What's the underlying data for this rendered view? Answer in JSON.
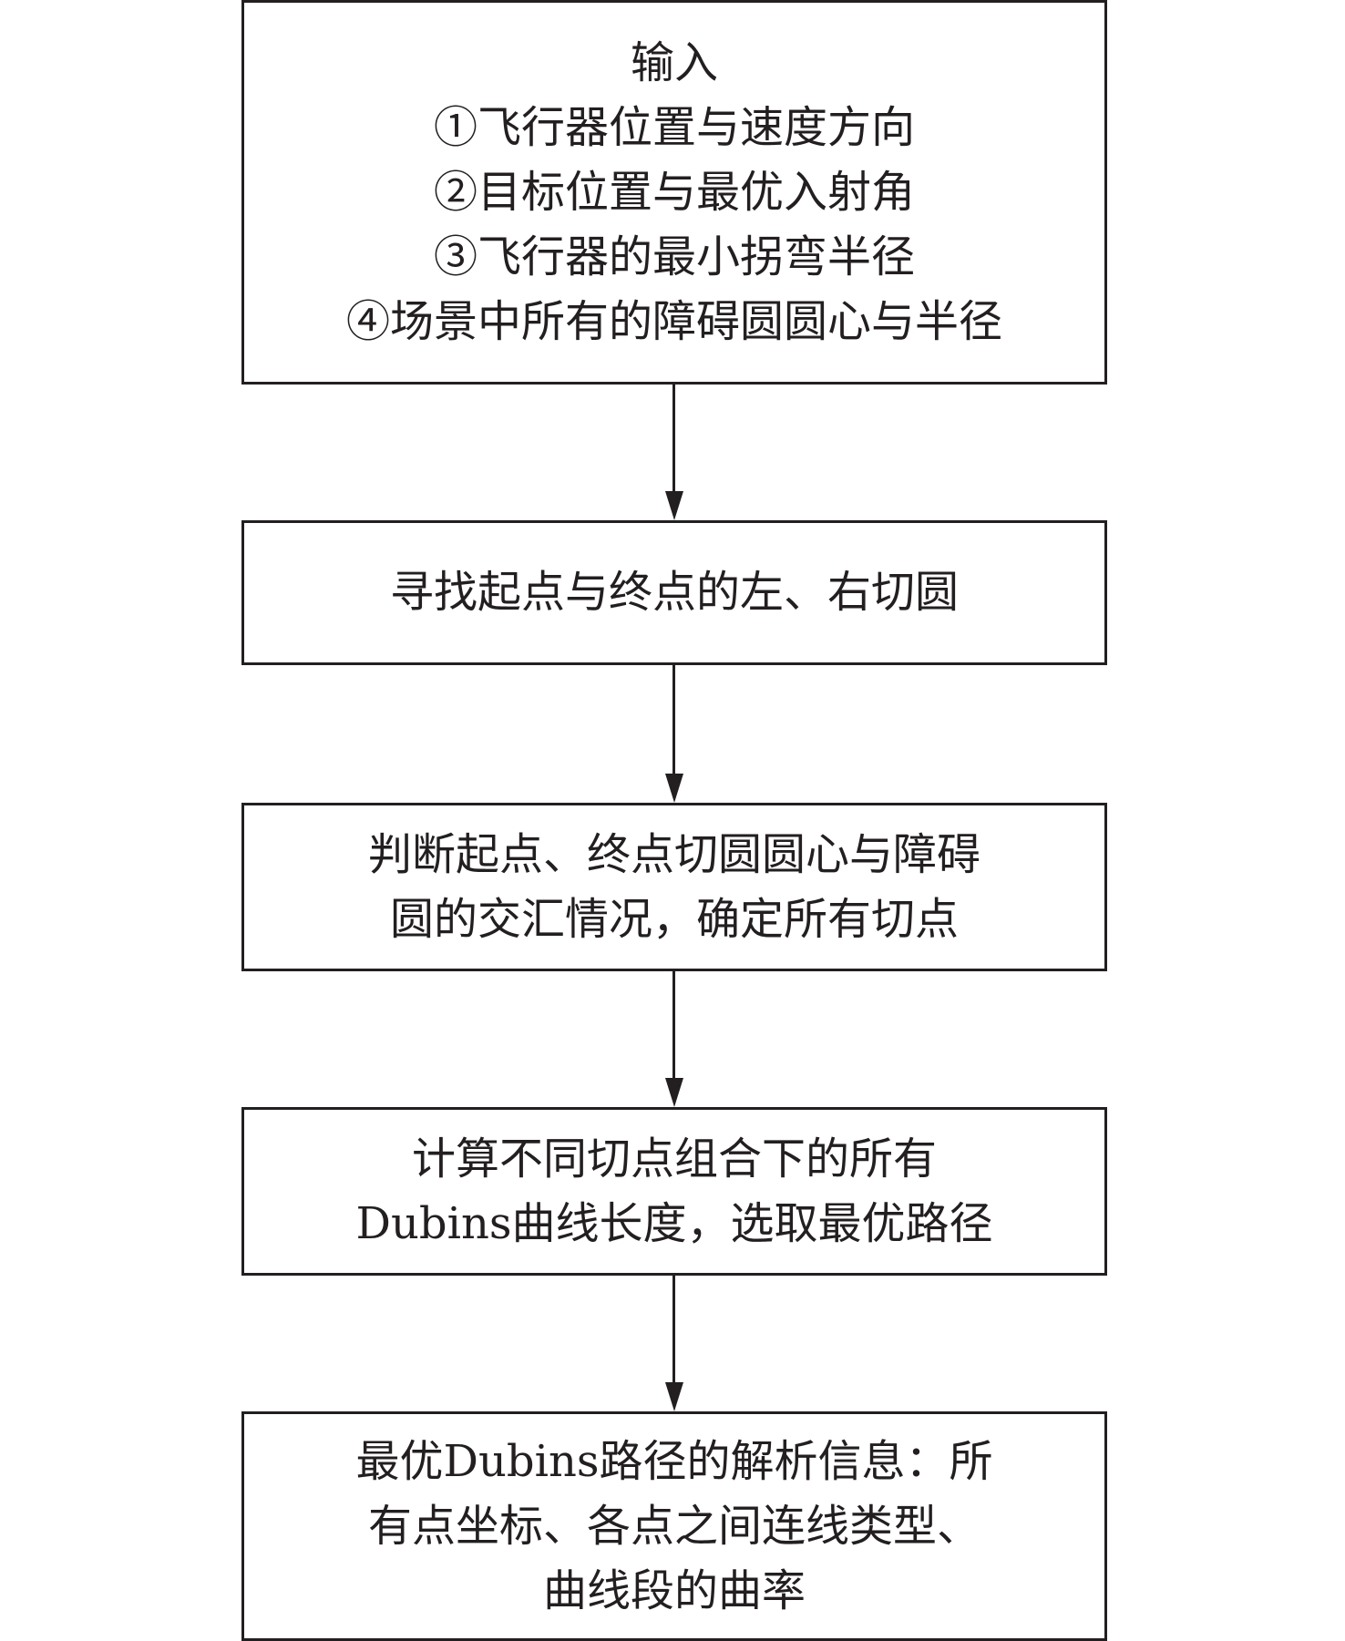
{
  "steps": {
    "input": {
      "lines": [
        "输入",
        "①飞行器位置与速度方向",
        "②目标位置与最优入射角",
        "③飞行器的最小拐弯半径",
        "④场景中所有的障碍圆圆心与半径"
      ]
    },
    "find_circles": {
      "lines": [
        "寻找起点与终点的左、右切圆"
      ]
    },
    "judge": {
      "lines": [
        "判断起点、终点切圆圆心与障碍",
        "圆的交汇情况，确定所有切点"
      ]
    },
    "compute": {
      "lines": [
        "计算不同切点组合下的所有",
        "Dubins曲线长度，选取最优路径"
      ]
    },
    "output": {
      "lines": [
        "最优Dubins路径的解析信息：所",
        "有点坐标、各点之间连线类型、",
        "曲线段的曲率"
      ]
    }
  },
  "colors": {
    "stroke": "#231f20",
    "text": "#231f20",
    "background": "#ffffff"
  }
}
